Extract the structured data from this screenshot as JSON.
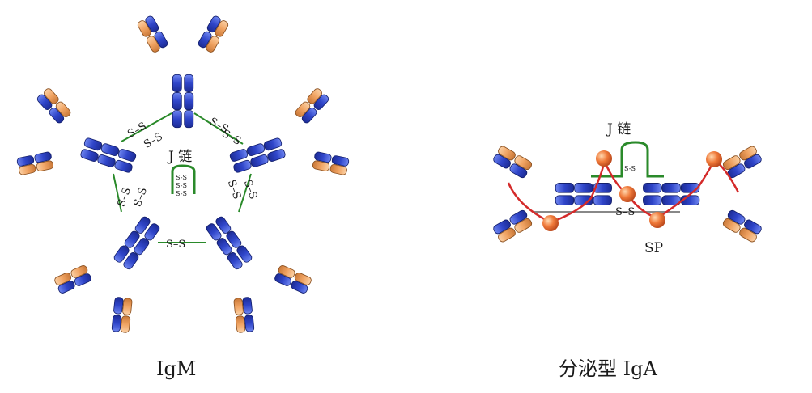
{
  "igm": {
    "caption": "IgM",
    "j_chain_label": "J 链",
    "disulfide_label": "S–S",
    "disulfide_small": "S-S"
  },
  "iga": {
    "caption": "分泌型 IgA",
    "j_chain_label": "J 链",
    "sp_label": "SP",
    "disulfide_label": "S–S",
    "disulfide_small": "S-S"
  },
  "colors": {
    "heavy_chain": "#2f45c9",
    "heavy_chain_stroke": "#14206e",
    "light_chain": "#f0a362",
    "light_chain_stroke": "#8a5020",
    "j_chain": "#2a8a2a",
    "secretory_piece": "#d42a2a",
    "sp_ball": "#f07a3a"
  }
}
